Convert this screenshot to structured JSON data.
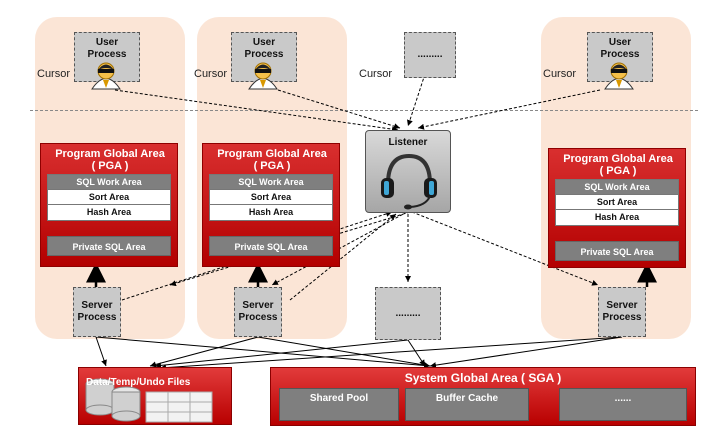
{
  "labels": {
    "user_process": "User Process",
    "cursor": "Cursor",
    "ellipsis": ".........",
    "listener": "Listener",
    "pga_title": "Program Global Area ( PGA )",
    "sql_work_area": "SQL Work Area",
    "sort_area": "Sort Area",
    "hash_area": "Hash Area",
    "private_sql_area": "Private SQL Area",
    "server_process": "Server Process",
    "files": "Data/Temp/Undo Files",
    "sga_title": "System Global Area ( SGA )",
    "shared_pool": "Shared Pool",
    "buffer_cache": "Buffer Cache",
    "sga_more": "......"
  },
  "colors": {
    "column_bg": "#fbe5d6",
    "pga_red": "#c00000",
    "box_gray": "#c9c9c9",
    "inner_gray": "#7f7f7f"
  }
}
